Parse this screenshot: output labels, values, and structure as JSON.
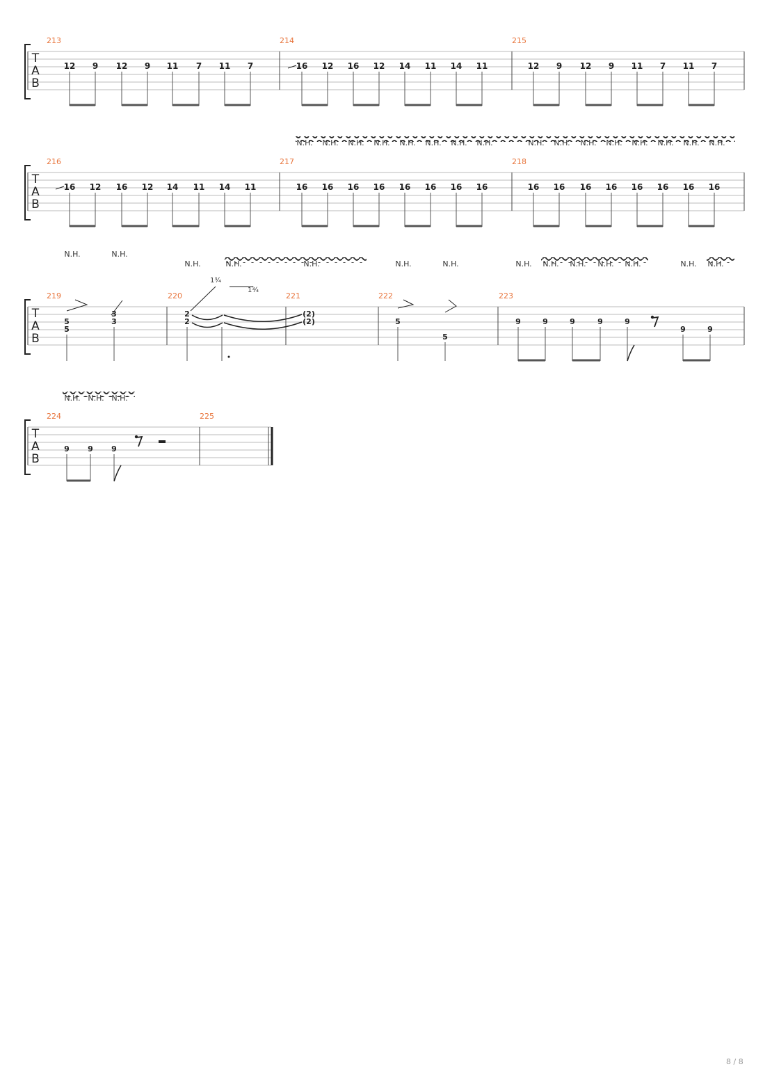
{
  "tab_label": [
    "T",
    "A",
    "B"
  ],
  "harmonic_label": "N.H.",
  "page_number": "8 / 8",
  "systems": [
    {
      "bars": [
        {
          "number": "213",
          "frets": [
            "12",
            "9",
            "12",
            "9",
            "11",
            "7",
            "11",
            "7"
          ]
        },
        {
          "number": "214",
          "frets": [
            "16",
            "12",
            "16",
            "12",
            "14",
            "11",
            "14",
            "11"
          ]
        },
        {
          "number": "215",
          "frets": [
            "12",
            "9",
            "12",
            "9",
            "11",
            "7",
            "11",
            "7"
          ]
        }
      ]
    },
    {
      "bars": [
        {
          "number": "216",
          "frets": [
            "16",
            "12",
            "16",
            "12",
            "14",
            "11",
            "14",
            "11"
          ]
        },
        {
          "number": "217",
          "frets": [
            "16",
            "16",
            "16",
            "16",
            "16",
            "16",
            "16",
            "16"
          ]
        },
        {
          "number": "218",
          "frets": [
            "16",
            "16",
            "16",
            "16",
            "16",
            "16",
            "16",
            "16"
          ]
        }
      ]
    },
    {
      "bars": [
        {
          "number": "219",
          "frets": [
            "5",
            "5",
            "3",
            "3"
          ]
        },
        {
          "number": "220",
          "frets": [
            "2",
            "2"
          ],
          "bends": [
            "1¾",
            "1¾"
          ]
        },
        {
          "number": "221",
          "frets": [
            "(2)",
            "(2)"
          ]
        },
        {
          "number": "222",
          "frets": [
            "5",
            "5"
          ]
        },
        {
          "number": "223",
          "frets": [
            "9",
            "9",
            "9",
            "9",
            "9",
            "9",
            "9"
          ]
        }
      ]
    },
    {
      "bars": [
        {
          "number": "224",
          "frets": [
            "9",
            "9",
            "9"
          ]
        },
        {
          "number": "225",
          "frets": []
        }
      ]
    }
  ]
}
